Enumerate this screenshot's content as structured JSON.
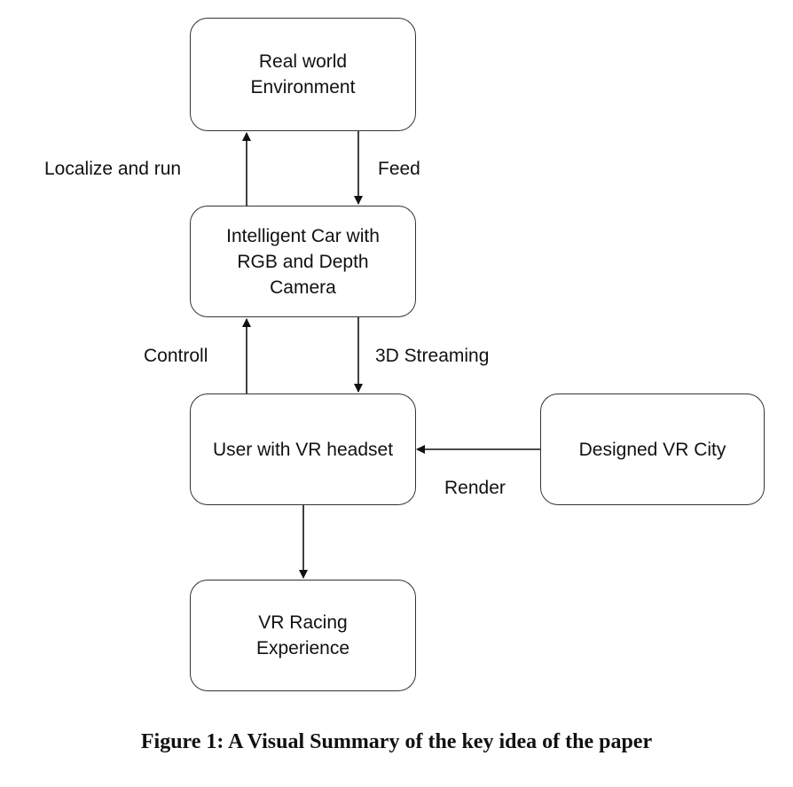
{
  "nodes": {
    "real_world": {
      "lines": [
        "Real world",
        "Environment"
      ]
    },
    "car": {
      "lines": [
        "Intelligent Car with",
        "RGB and Depth",
        "Camera"
      ]
    },
    "user": {
      "lines": [
        "User with VR headset"
      ]
    },
    "vr_city": {
      "lines": [
        "Designed VR City"
      ]
    },
    "racing": {
      "lines": [
        "VR Racing",
        "Experience"
      ]
    }
  },
  "edges": {
    "localize": "Localize and run",
    "feed": "Feed",
    "control": "Controll",
    "streaming": "3D Streaming",
    "render": "Render"
  },
  "caption": "Figure 1: A Visual Summary of the key idea of the paper"
}
